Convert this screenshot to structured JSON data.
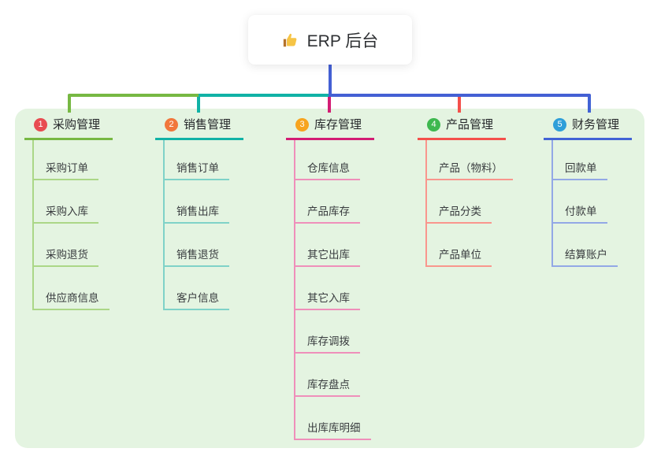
{
  "root": {
    "title": "ERP 后台",
    "icon": "thumbs-up-icon"
  },
  "colors": {
    "canvas_bg": "#ffffff",
    "panel_bg": "#e4f4e1",
    "connector": "#4460d4"
  },
  "branches": [
    {
      "num": "1",
      "label": "采购管理",
      "color": "#77b843",
      "light": "#abd787",
      "badge": "#e84c51",
      "children": [
        "采购订单",
        "采购入库",
        "采购退货",
        "供应商信息"
      ]
    },
    {
      "num": "2",
      "label": "销售管理",
      "color": "#11b2a6",
      "light": "#7fd2c8",
      "badge": "#f1773c",
      "children": [
        "销售订单",
        "销售出库",
        "销售退货",
        "客户信息"
      ]
    },
    {
      "num": "3",
      "label": "库存管理",
      "color": "#d31d74",
      "light": "#ef8fba",
      "badge": "#f7a41f",
      "children": [
        "仓库信息",
        "产品库存",
        "其它出库",
        "其它入库",
        "库存调拨",
        "库存盘点",
        "出库库明细"
      ]
    },
    {
      "num": "4",
      "label": "产品管理",
      "color": "#f4504b",
      "light": "#f9968d",
      "badge": "#3eb84f",
      "children": [
        "产品（物料）",
        "产品分类",
        "产品单位"
      ]
    },
    {
      "num": "5",
      "label": "财务管理",
      "color": "#4263d5",
      "light": "#93a8e6",
      "badge": "#2f9fd9",
      "children": [
        "回款单",
        "付款单",
        "结算账户"
      ]
    }
  ]
}
